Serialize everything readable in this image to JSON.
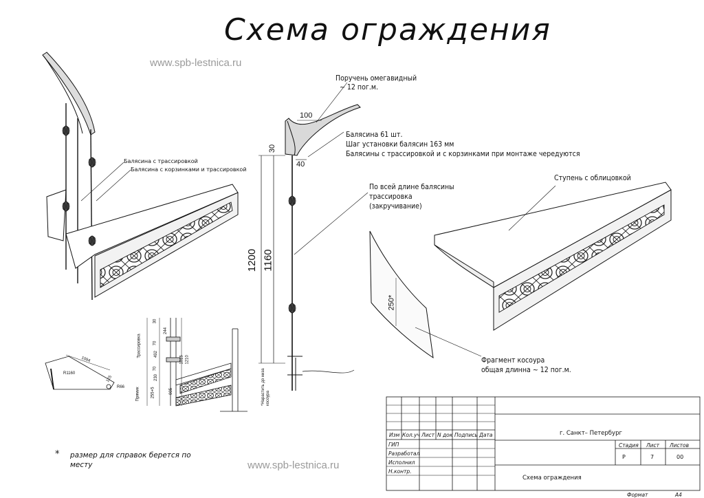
{
  "title": "Схема ограждения",
  "watermark": {
    "top": "www.spb-lestnica.ru",
    "bottom": "www.spb-lestnica.ru"
  },
  "callouts": {
    "handrail_line1": "Поручень омегавидный",
    "handrail_line2": "~ 12 пог.м.",
    "balusters_line1": "Балясина 61 шт.",
    "balusters_line2": "Шаг установки балясин 163 мм",
    "balusters_line3": "Балясины с трассировкой и с корзинками  при монтаже чередуются",
    "twist_line1": "По всей длине балясины",
    "twist_line2": "трассировка",
    "twist_line3": "(закручивание)",
    "step": "Ступень с облицовкой",
    "stringer_line1": "Фрагмент косоура",
    "stringer_line2": "общая длинна ~ 12 пог.м.",
    "left_baluster_1": "Балясина с трассировкой",
    "left_baluster_2": "Балясина с корзинками и трассировкой"
  },
  "dimensions": {
    "d100": "100",
    "d30": "30",
    "d40": "40",
    "d1200": "1200",
    "d1160": "1160",
    "d250": "250*",
    "side_note": "*Нарастить до низа косоура",
    "small": {
      "trass": "Трассировка",
      "pryamik": "Прямик",
      "v30": "30",
      "v70a": "70",
      "v244": "244",
      "v492": "492",
      "v70b": "70",
      "v230": "230",
      "v1015": "1015",
      "v1210": "1210",
      "v255": "255+5",
      "v005": "005",
      "r1094": "1094",
      "r1160": "R1160",
      "r125": "125",
      "r66": "R66"
    }
  },
  "note": "размер для справок берется по месту",
  "note_mark": "*",
  "title_block": {
    "headers": [
      "Изм",
      "Кол.уч",
      "Лист",
      "N  док",
      "Подпись",
      "Дата"
    ],
    "roles": [
      "ГИП",
      "Разработал",
      "Исполнил",
      "Н.контр."
    ],
    "city": "г.  Санкт– Петербург",
    "stage_label": "Стадия",
    "sheet_label": "Лист",
    "sheets_label": "Листов",
    "stage": "Р",
    "sheet": "7",
    "sheets": "00",
    "drawing_name": "Схема  ограждения",
    "format_label": "Формат",
    "format": "А4"
  }
}
